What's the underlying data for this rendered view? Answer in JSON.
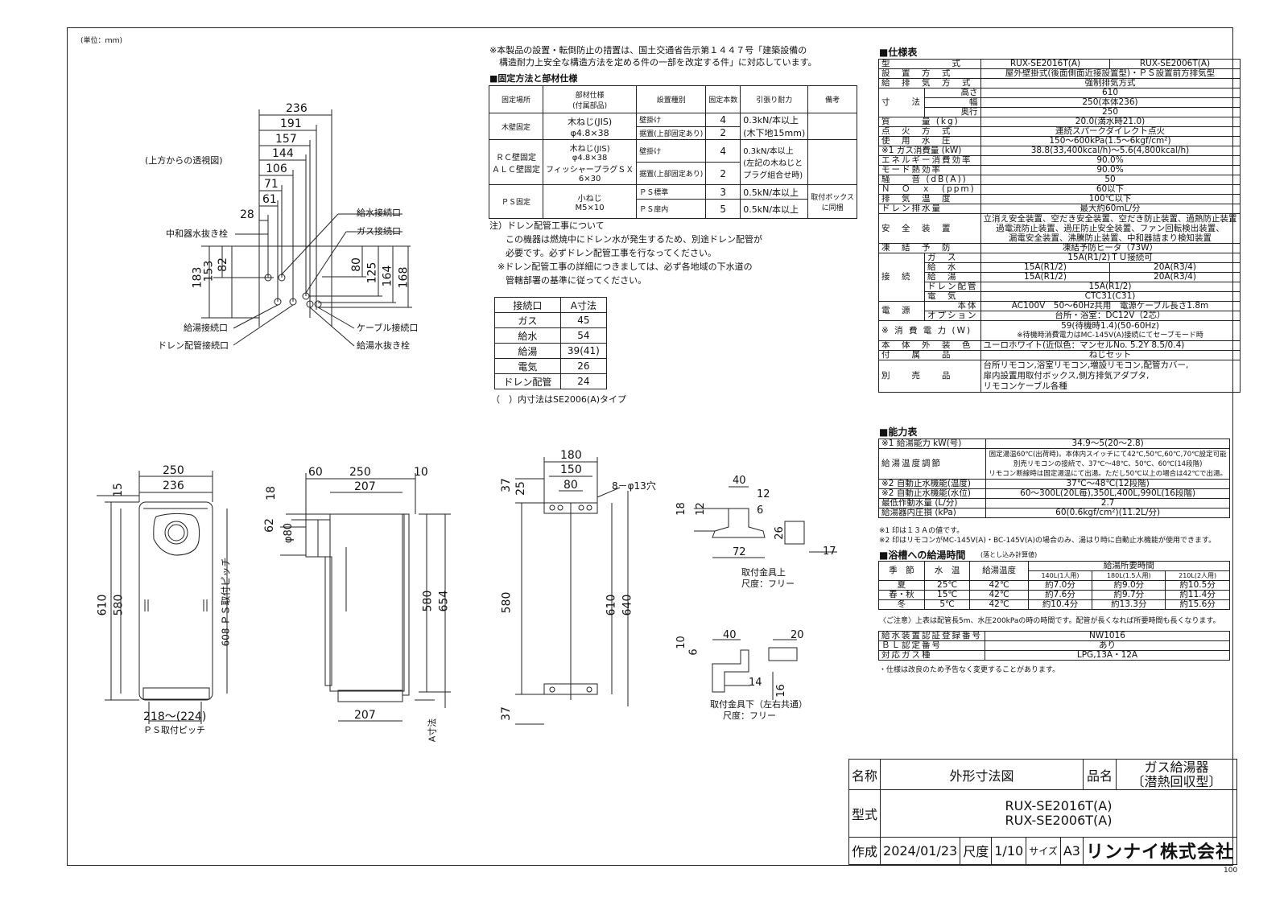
{
  "unit": "(単位：ｍｍ)",
  "page_number": "100",
  "left_drawing": {
    "top_view_title": "(上方からの透視図)",
    "top_dims": [
      "236",
      "191",
      "157",
      "144",
      "106",
      "71",
      "61",
      "28"
    ],
    "vert_dims_left": [
      "183",
      "153",
      "82"
    ],
    "vert_dims_right": [
      "80",
      "125",
      "164",
      "168"
    ],
    "labels": {
      "neutralizer_drain": "中和器水抜き栓",
      "water_inlet": "給水接続口",
      "gas_inlet": "ガス接続口",
      "hot_outlet": "給湯接続口",
      "drain_pipe": "ドレン配管接続口",
      "cable": "ケーブル接続口",
      "water_drain": "給湯水抜き栓"
    },
    "front": {
      "w1": "250",
      "w2": "236",
      "h_side": "15",
      "h610": "610",
      "h580": "580",
      "pitch608": "608 ＰＳ取付ピッチ",
      "bottom": "218～(224)",
      "bottom_label": "ＰＳ取付ピッチ"
    },
    "side": {
      "d60": "60",
      "d250": "250",
      "d10": "10",
      "d207": "207",
      "d18": "18",
      "d62": "62",
      "d80": "φ80",
      "h580": "580",
      "h654": "654",
      "bottom207": "207",
      "a_dim": "A寸法"
    }
  },
  "mid_drawing": {
    "w180": "180",
    "w150": "150",
    "w80": "80",
    "holes": "8－φ13穴",
    "v37a": "37",
    "v25": "25",
    "v580": "580",
    "v610": "610",
    "v640": "640",
    "v37b": "37"
  },
  "fittings": {
    "upper": {
      "d40": "40",
      "d12": "12",
      "d6": "6",
      "d18": "18",
      "d12b": "12",
      "d26": "26",
      "d72": "72",
      "d17": "17",
      "caption": "取付金具上",
      "scale": "尺度：フリー"
    },
    "lower": {
      "d10": "10",
      "d6": "6",
      "d40": "40",
      "d20": "20",
      "d14": "14",
      "d16": "16",
      "caption": "取付金具下（左右共通）",
      "scale": "尺度：フリー"
    }
  },
  "notes": {
    "top_note_1": "※本製品の設置・転倒防止の措置は、国土交通省告示第１４４７号「建築設備の",
    "top_note_2": "構造耐力上安全な構造方法を定める件の一部を改定する件」に対応しています。",
    "fix_title": "■固定方法と部材仕様",
    "drain_1": "注）ドレン配管工事について",
    "drain_2": "この機器は燃焼中にドレン水が発生するため、別途ドレン配管が",
    "drain_3": "必要です。必ずドレン配管工事を行なってください。",
    "drain_4": "※ドレン配管工事の詳細につきましては、必ず各地域の下水道の",
    "drain_5": "管轄部署の基準に従ってください。",
    "a_note": "（　）内寸法はSE2006(A)タイプ",
    "ability_note1": "※1 印は１３Ａの値です。",
    "ability_note2": "※2 印はリモコンがMC-145V(A)・BC-145V(A)の場合のみ、湯はり時に自動止水機能が使用できます。",
    "bath_caution": "〈ご注意〉上表は配管長5m、水圧200kPaの時の時間です。配管が長くなれば所要時間も長くなります。",
    "final": "・仕様は改良のため予告なく変更することがあります。"
  },
  "fix_table": {
    "headers": [
      "固定場所",
      "部材仕様\n(付属部品)",
      "設置種別",
      "固定本数",
      "引張り耐力",
      "備考"
    ],
    "rows": [
      {
        "place": "木壁固定",
        "part": "木ねじ(JIS)\nφ4.8×38",
        "type1": "壁掛け",
        "n1": "4",
        "type2": "据置(上部固定あり)",
        "n2": "2",
        "force": "0.3kN/本以上\n(木下地15mm)",
        "note": ""
      },
      {
        "place": "ＲＣ壁固定\nＡＬＣ壁固定",
        "part": "木ねじ(JIS)\nφ4.8×38\nフィッシャープラグＳＸ\n6×30",
        "type1": "壁掛け",
        "n1": "4",
        "type2": "据置(上部固定あり)",
        "n2": "2",
        "force": "0.3kN/本以上\n(左記の木ねじと\nプラグ組合せ時)",
        "note": ""
      },
      {
        "place": "ＰＳ固定",
        "part": "小ねじ\nM5×10",
        "type1": "ＰＳ標準",
        "n1": "3",
        "type2": "ＰＳ扉内",
        "n2": "5",
        "force1": "0.5kN/本以上",
        "force2": "0.5kN/本以上",
        "note": "取付ボックス\nに同梱"
      }
    ]
  },
  "a_table": {
    "headers": [
      "接続口",
      "A寸法"
    ],
    "rows": [
      [
        "ガス",
        "45"
      ],
      [
        "給水",
        "54"
      ],
      [
        "給湯",
        "39(41)"
      ],
      [
        "電気",
        "26"
      ],
      [
        "ドレン配管",
        "24"
      ]
    ]
  },
  "spec": {
    "title": "■仕様表",
    "model_label": "型　　　　　　式",
    "models": [
      "RUX-SE2016T(A)",
      "RUX-SE2006T(A)"
    ],
    "rows": [
      [
        "設　置　方　式",
        "屋外壁掛式(後面側面近接設置型)・ＰＳ設置前方排気型"
      ],
      [
        "給　排　気　方　式",
        "強制排気方式"
      ],
      [
        "質　　　量 (kg)",
        "20.0(満水時21.0)"
      ],
      [
        "点　火　方　式",
        "連続スパークダイレクト点火"
      ],
      [
        "使　用　水　圧",
        "150～600kPa(1.5～6kgf/cm²)"
      ],
      [
        "※1 ガス消費量 (kW)",
        "38.8(33,400kcal/h)～5.6(4,800kcal/h)"
      ],
      [
        "エネルギー消費効率",
        "90.0%"
      ],
      [
        "モード熱効率",
        "90.0%"
      ],
      [
        "騒　　音 (dB(A))",
        "50"
      ],
      [
        "Ｎ　Ｏ　ｘ　(ppm)",
        "60以下"
      ],
      [
        "排　気　温　度",
        "100℃以下"
      ],
      [
        "ドレン排水量",
        "最大約60mL/分"
      ]
    ],
    "size_label": "寸　　法",
    "size": [
      [
        "高さ",
        "610"
      ],
      [
        "幅",
        "250(本体236)"
      ],
      [
        "奥行",
        "250"
      ]
    ],
    "safety_label": "安　全　装　置",
    "safety": [
      "立消え安全装置、空だき安全装置、空だき防止装置、過熱防止装置",
      "過電流防止装置、過圧防止安全装置、ファン回転検出装置、",
      "漏電安全装置、沸騰防止装置、中和器詰まり検知装置"
    ],
    "freeze": [
      "凍　結　予　防",
      "凍結予防ヒータ（73W）"
    ],
    "conn_label": "接　続",
    "conn": [
      {
        "k": "ガ　ス",
        "v": "15A(R1/2)ＴＵ接続可"
      },
      {
        "k": "給　水",
        "v1": "15A(R1/2)",
        "v2": "20A(R3/4)"
      },
      {
        "k": "給　湯",
        "v1": "15A(R1/2)",
        "v2": "20A(R3/4)"
      },
      {
        "k": "ドレン配管",
        "v": "15A(R1/2)"
      },
      {
        "k": "電　気",
        "v": "CTC31(C31)"
      }
    ],
    "power_label": "電　源",
    "power": [
      [
        "本体",
        "AC100V　50～60Hz共用　電源ケーブル長さ1.8m"
      ],
      [
        "オプション",
        "台所・浴室：DC12V（2芯）"
      ]
    ],
    "consume": [
      "※ 消 費 電 力 (W)",
      "59(待機時1.4)(50-60Hz)",
      "※待機時消費電力はMC-145V(A)接続にてセーブモード時"
    ],
    "color": [
      "本　体　外　装　色",
      "ユーロホワイト(近似色：マンセルNo. 5.2Y 8.5/0.4)"
    ],
    "accessory": [
      "付　　属　　品",
      "ねじセット"
    ],
    "sold_label": "別　　売　　品",
    "sold": [
      "台所リモコン,浴室リモコン,増設リモコン,配管カバー,",
      "扉内設置用取付ボックス,側方排気アダプタ,",
      "リモコンケーブル各種"
    ]
  },
  "ability": {
    "title": "■能力表",
    "rows": [
      [
        "※1 給湯能力 kW(号)",
        "34.9～5(20～2.8)"
      ],
      [
        "※2 自動止水機能(温度)",
        "37℃～48℃(12段階)"
      ],
      [
        "※2 自動止水機能(水位)",
        "60～300L(20L毎),350L,400L,990L(16段階)"
      ],
      [
        "最低作動水量 (L/分)",
        "2.7"
      ],
      [
        "給湯器内圧損 (kPa)",
        "60(0.6kgf/cm²)(11.2L/分)"
      ]
    ],
    "temp_label": "給湯温度調節",
    "temp": [
      "固定湯温60℃(出荷時)。本体内スイッチにて42℃,50℃,60℃,70℃設定可能",
      "別売リモコンの接続で、37℃～48℃、50℃、60℃(14段階)",
      "リモコン断線時は固定湯温にて出湯。ただし50℃以上の場合は42℃で出湯。"
    ]
  },
  "bath": {
    "title": "■浴槽への給湯時間",
    "sub": "(落とし込み計算値)",
    "headers": [
      "季　節",
      "水　温",
      "給湯温度",
      "給湯所要時間"
    ],
    "sub_headers": [
      "140L(1人用)",
      "180L(1.5人用)",
      "210L(2人用)"
    ],
    "rows": [
      [
        "夏",
        "25℃",
        "42℃",
        "約7.0分",
        "約9.0分",
        "約10.5分"
      ],
      [
        "春・秋",
        "15℃",
        "42℃",
        "約7.6分",
        "約9.7分",
        "約11.4分"
      ],
      [
        "冬",
        "5℃",
        "42℃",
        "約10.4分",
        "約13.3分",
        "約15.6分"
      ]
    ]
  },
  "cert": [
    [
      "給水装置認証登録番号",
      "NW1016"
    ],
    [
      "ＢＬ認定番号",
      "あり"
    ],
    [
      "対応ガス種",
      "LPG,13A・12A"
    ]
  ],
  "title_block": {
    "name_label": "名称",
    "name": "外形寸法図",
    "product_label": "品名",
    "product_1": "ガス給湯器",
    "product_2": "〔潜熱回収型〕",
    "model_label": "型式",
    "model_1": "RUX-SE2016T(A)",
    "model_2": "RUX-SE2006T(A)",
    "date_label": "作成",
    "date": "2024/01/23",
    "scale_label": "尺度",
    "scale": "1/10",
    "size_label": "サイズ",
    "size": "A3",
    "company": "リンナイ株式会社"
  }
}
